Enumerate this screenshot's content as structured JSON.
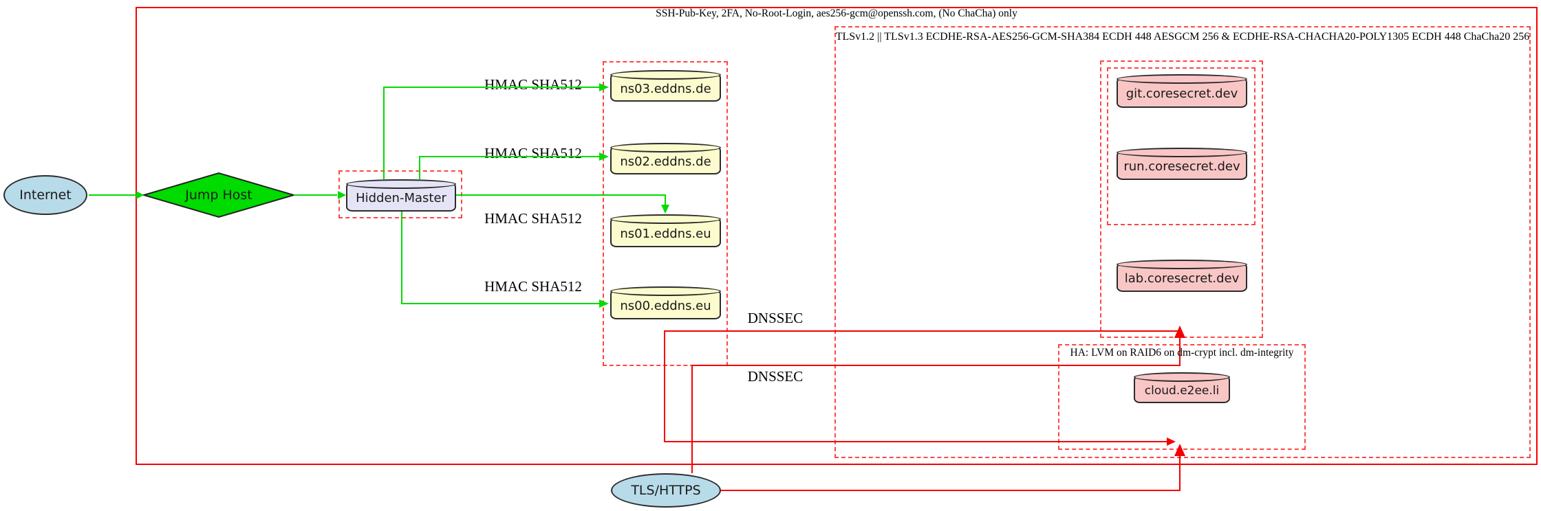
{
  "colors": {
    "edge-green": "#00db00",
    "edge-red": "#f40000",
    "box-red": "#ff4545",
    "node-blue": "#b8dbe9",
    "node-green": "#00db00",
    "node-lavender": "#e4e4f6",
    "node-yellow": "#fbfbce",
    "node-pink": "#f9c6c6"
  },
  "clusters": {
    "ssh_label": "SSH-Pub-Key, 2FA, No-Root-Login, aes256-gcm@openssh.com, (No ChaCha) only",
    "tls_label": "TLSv1.2 || TLSv1.3 ECDHE-RSA-AES256-GCM-SHA384 ECDH 448 AESGCM 256 & ECDHE-RSA-CHACHA20-POLY1305 ECDH 448 ChaCha20 256",
    "ha_label": "HA: LVM on RAID6 on dm-crypt incl. dm-integrity"
  },
  "nodes": {
    "internet": "Internet",
    "jump_host": "Jump Host",
    "hidden_master": "Hidden-Master",
    "ns03": "ns03.eddns.de",
    "ns02": "ns02.eddns.de",
    "ns01": "ns01.eddns.eu",
    "ns00": "ns00.eddns.eu",
    "git": "git.coresecret.dev",
    "run": "run.coresecret.dev",
    "lab": "lab.coresecret.dev",
    "cloud": "cloud.e2ee.li",
    "tls_https": "TLS/HTTPS"
  },
  "edge_labels": {
    "hmac": [
      "HMAC SHA512",
      "HMAC SHA512",
      "HMAC SHA512",
      "HMAC SHA512"
    ],
    "dnssec": [
      "DNSSEC",
      "DNSSEC"
    ]
  }
}
